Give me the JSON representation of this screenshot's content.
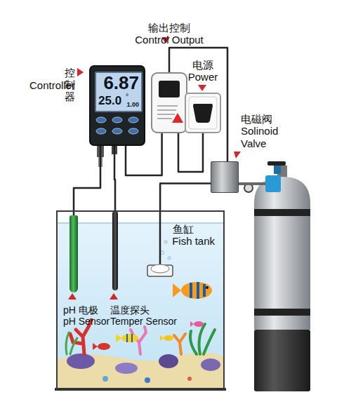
{
  "diagram": {
    "nodes": [
      {
        "text": [
          "控制器",
          "Controller"
        ]
      },
      {
        "text": [
          "6.87",
          "25.0",
          "°",
          "1.00"
        ],
        "in": 0
      },
      {
        "text": [
          "输出控制",
          "Control Output"
        ]
      },
      {
        "text": [
          "电源",
          "Power"
        ]
      },
      {
        "text": [
          "电磁阀",
          "Solinoid Valve"
        ]
      },
      {
        "text": [
          "鱼缸",
          "Fish tank"
        ]
      },
      {
        "text": [
          "pH 电极",
          "pH Sensor"
        ],
        "in": 5
      },
      {
        "text": [
          "温度探头",
          "Temper Sensor"
        ],
        "in": 5
      }
    ],
    "edges": [
      {
        "from": 0,
        "to": 2,
        "arrow": "none"
      },
      {
        "from": 2,
        "to": 3,
        "arrow": "none"
      },
      {
        "from": 2,
        "to": 4,
        "arrow": "none"
      },
      {
        "from": 0,
        "to": 6,
        "arrow": "none"
      },
      {
        "from": 0,
        "to": 7,
        "arrow": "none"
      },
      {
        "from": 4,
        "to": 5,
        "arrow": "none"
      }
    ]
  }
}
